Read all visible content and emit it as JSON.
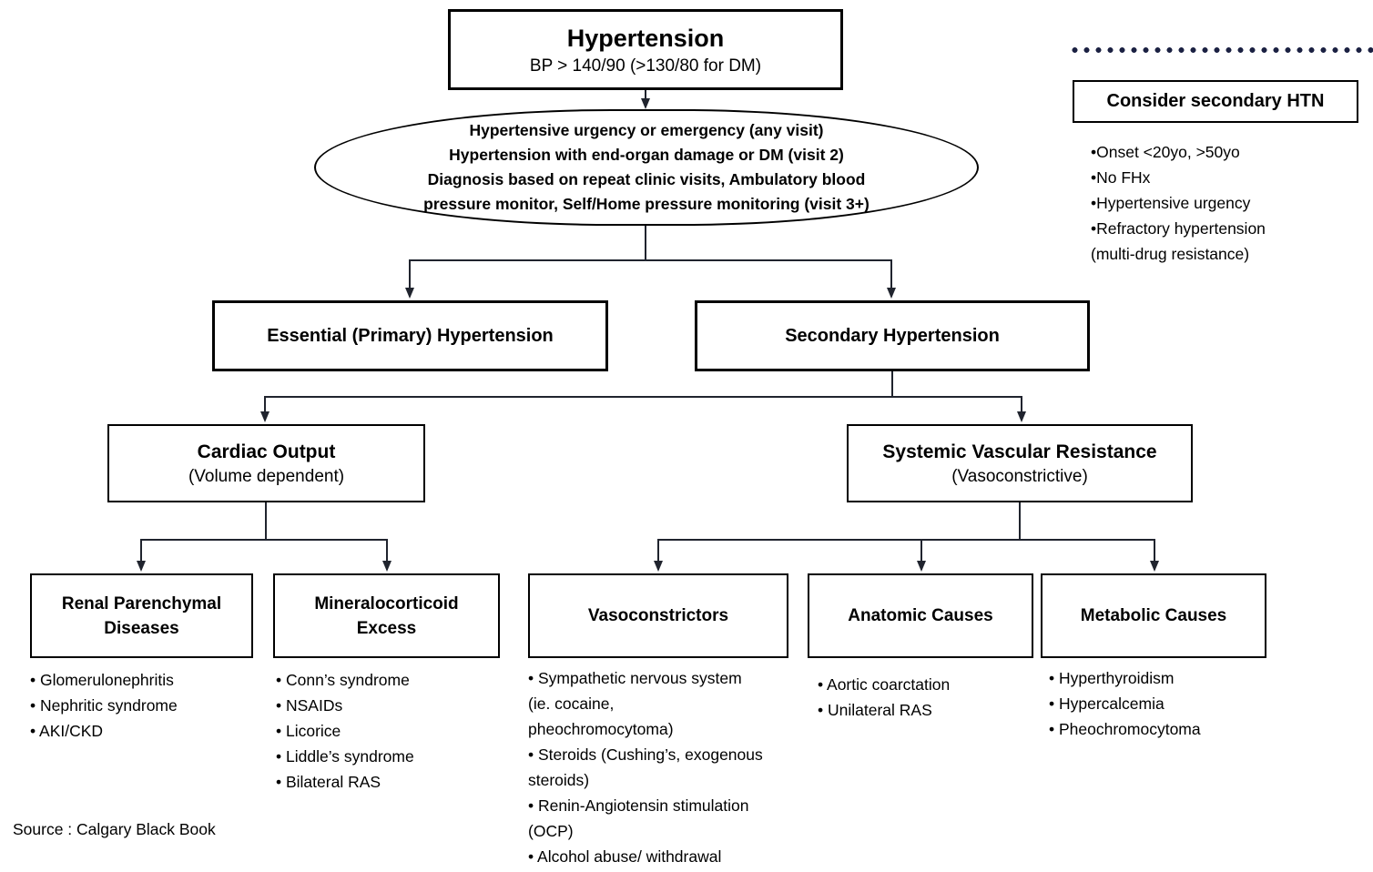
{
  "colors": {
    "border": "#000000",
    "connector": "#20242e",
    "dots": "#1b2142",
    "background": "#ffffff"
  },
  "root_box": {
    "title": "Hypertension",
    "subtitle": "BP > 140/90 (>130/80 for DM)"
  },
  "criteria_ellipse": {
    "lines": [
      "Hypertensive urgency or emergency (any visit)",
      "Hypertension with end-organ damage or DM (visit 2)",
      "Diagnosis based on repeat clinic visits, Ambulatory blood",
      "pressure monitor, Self/Home pressure monitoring (visit 3+)"
    ]
  },
  "branch_left": {
    "label": "Essential (Primary) Hypertension"
  },
  "branch_right": {
    "label": "Secondary Hypertension"
  },
  "mechanism_left": {
    "title": "Cardiac Output",
    "subtitle": "(Volume dependent)"
  },
  "mechanism_right": {
    "title": "Systemic Vascular Resistance",
    "subtitle": "(Vasoconstrictive)"
  },
  "cause_columns": [
    {
      "title": "Renal Parenchymal Diseases",
      "items": [
        "• Glomerulonephritis",
        "• Nephritic syndrome",
        "• AKI/CKD"
      ]
    },
    {
      "title": "Mineralocorticoid Excess",
      "items": [
        "• Conn’s syndrome",
        "• NSAIDs",
        "• Licorice",
        "• Liddle’s syndrome",
        "• Bilateral RAS"
      ]
    },
    {
      "title": "Vasoconstrictors",
      "items": [
        "• Sympathetic nervous system\n(ie. cocaine,\npheochromocytoma)",
        "• Steroids (Cushing’s, exogenous\nsteroids)",
        "• Renin-Angiotensin stimulation\n(OCP)",
        "• Alcohol abuse/ withdrawal"
      ]
    },
    {
      "title": "Anatomic Causes",
      "items": [
        "• Aortic coarctation",
        "• Unilateral RAS"
      ]
    },
    {
      "title": "Metabolic Causes",
      "items": [
        "• Hyperthyroidism",
        "• Hypercalcemia",
        "• Pheochromocytoma"
      ]
    }
  ],
  "side_panel": {
    "title": "Consider secondary HTN",
    "items": [
      "•Onset <20yo, >50yo",
      "•No FHx",
      "•Hypertensive urgency",
      "•Refractory hypertension\n(multi-drug resistance)"
    ]
  },
  "source_note": "Source : Calgary Black Book"
}
